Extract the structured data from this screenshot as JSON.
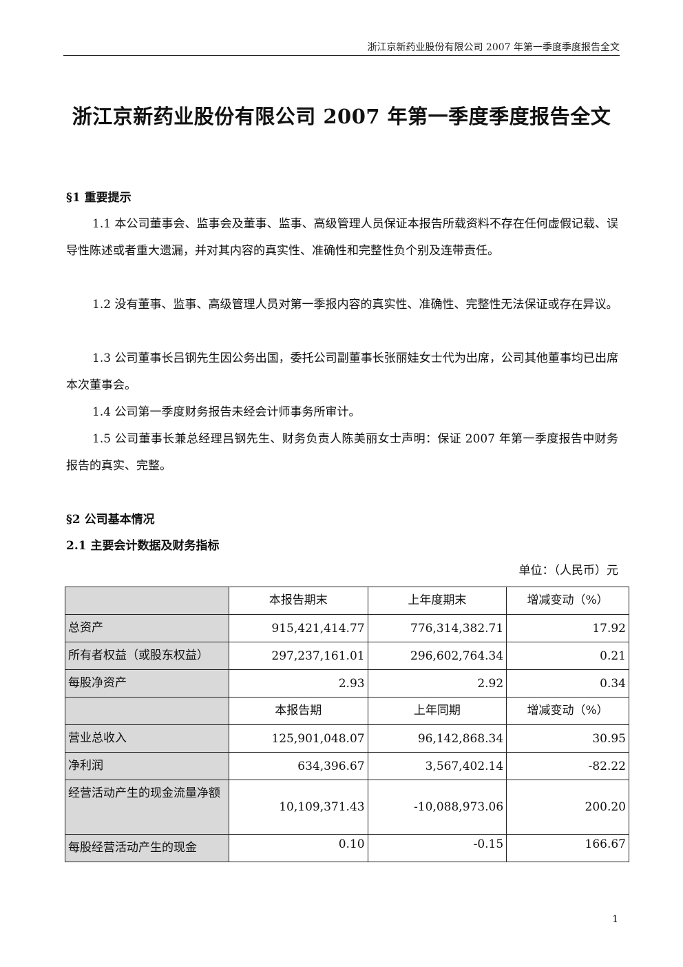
{
  "header": {
    "text": "浙江京新药业股份有限公司 2007 年第一季度季度报告全文"
  },
  "title": "浙江京新药业股份有限公司 2007 年第一季度季度报告全文",
  "section1": {
    "heading": "§1  重要提示",
    "items": [
      "1.1 本公司董事会、监事会及董事、监事、高级管理人员保证本报告所载资料不存在任何虚假记载、误导性陈述或者重大遗漏，并对其内容的真实性、准确性和完整性负个别及连带责任。",
      "1.2 没有董事、监事、高级管理人员对第一季报内容的真实性、准确性、完整性无法保证或存在异议。",
      "1.3 公司董事长吕钢先生因公务出国，委托公司副董事长张丽娃女士代为出席，公司其他董事均已出席本次董事会。",
      "1.4 公司第一季度财务报告未经会计师事务所审计。",
      "1.5 公司董事长兼总经理吕钢先生、财务负责人陈美丽女士声明：保证 2007 年第一季度报告中财务报告的真实、完整。"
    ]
  },
  "section2": {
    "heading": "§2  公司基本情况",
    "sub_heading": "2.1  主要会计数据及财务指标",
    "unit": "单位：（人民币）元",
    "table": {
      "header1": [
        "本报告期末",
        "上年度期末",
        "增减变动（%）"
      ],
      "rows1": [
        [
          "总资产",
          "915,421,414.77",
          "776,314,382.71",
          "17.92"
        ],
        [
          "所有者权益（或股东权益）",
          "297,237,161.01",
          "296,602,764.34",
          "0.21"
        ],
        [
          "每股净资产",
          "2.93",
          "2.92",
          "0.34"
        ]
      ],
      "header2": [
        "本报告期",
        "上年同期",
        "增减变动（%）"
      ],
      "rows2": [
        [
          "营业总收入",
          "125,901,048.07",
          "96,142,868.34",
          "30.95"
        ],
        [
          "净利润",
          "634,396.67",
          "3,567,402.14",
          "-82.22"
        ],
        [
          "经营活动产生的现金流量净额",
          "10,109,371.43",
          "-10,088,973.06",
          "200.20"
        ],
        [
          "每股经营活动产生的现金",
          "0.10",
          "-0.15",
          "166.67"
        ]
      ]
    }
  },
  "page_number": "1"
}
